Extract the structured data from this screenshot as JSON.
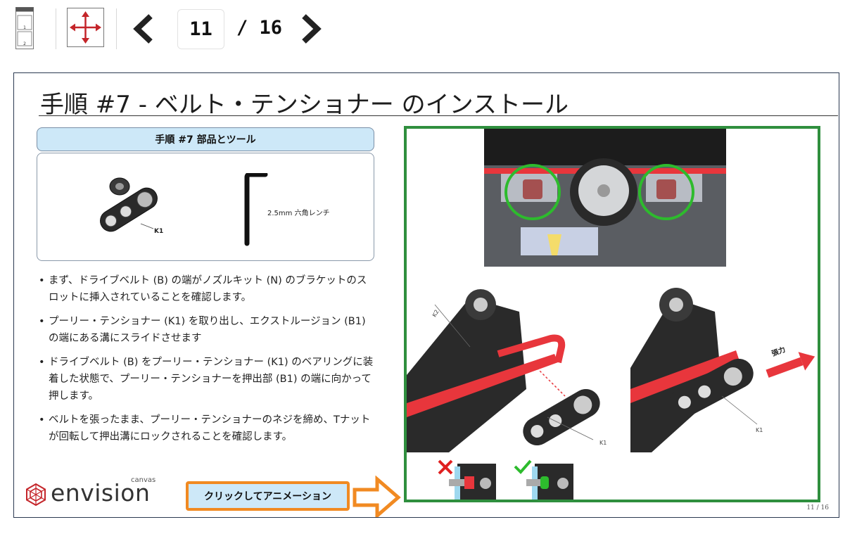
{
  "toolbar": {
    "current_page": "11",
    "total_pages": "/ 16"
  },
  "slide": {
    "title": "手順 #7 - ベルト・テンショナー のインストール",
    "parts_header": "手順 #7 部品とツール",
    "parts": {
      "k1_label": "K1",
      "wrench_label": "2.5mm 六角レンチ"
    },
    "bullets": [
      "まず、ドライブベルト (B) の端がノズルキット (N) のブラケットのスロットに挿入されていることを確認します。",
      "プーリー・テンショナー (K1) を取り出し、エクストルージョン (B1) の端にある溝にスライドさせます",
      "ドライブベルト (B) をプーリー・テンショナー (K1) のベアリングに装着した状態で、プーリー・テンショナーを押出部 (B1) の端に向かって押します。",
      "ベルトを張ったまま、プーリー・テンショナーのネジを締め、Tナットが回転して押出溝にロックされることを確認します。"
    ],
    "logo": {
      "brand": "envision",
      "sub": "canvas"
    },
    "animate_button": "クリックしてアニメーション",
    "image_labels": {
      "k2": "K2",
      "k1_left": "K1",
      "k1_right": "K1",
      "tension": "張力"
    },
    "page_number": "11 / 16"
  },
  "colors": {
    "accent_orange": "#f18a22",
    "panel_green": "#2f8f3e",
    "header_blue": "#cde8f8",
    "belt_red": "#e8363c"
  }
}
